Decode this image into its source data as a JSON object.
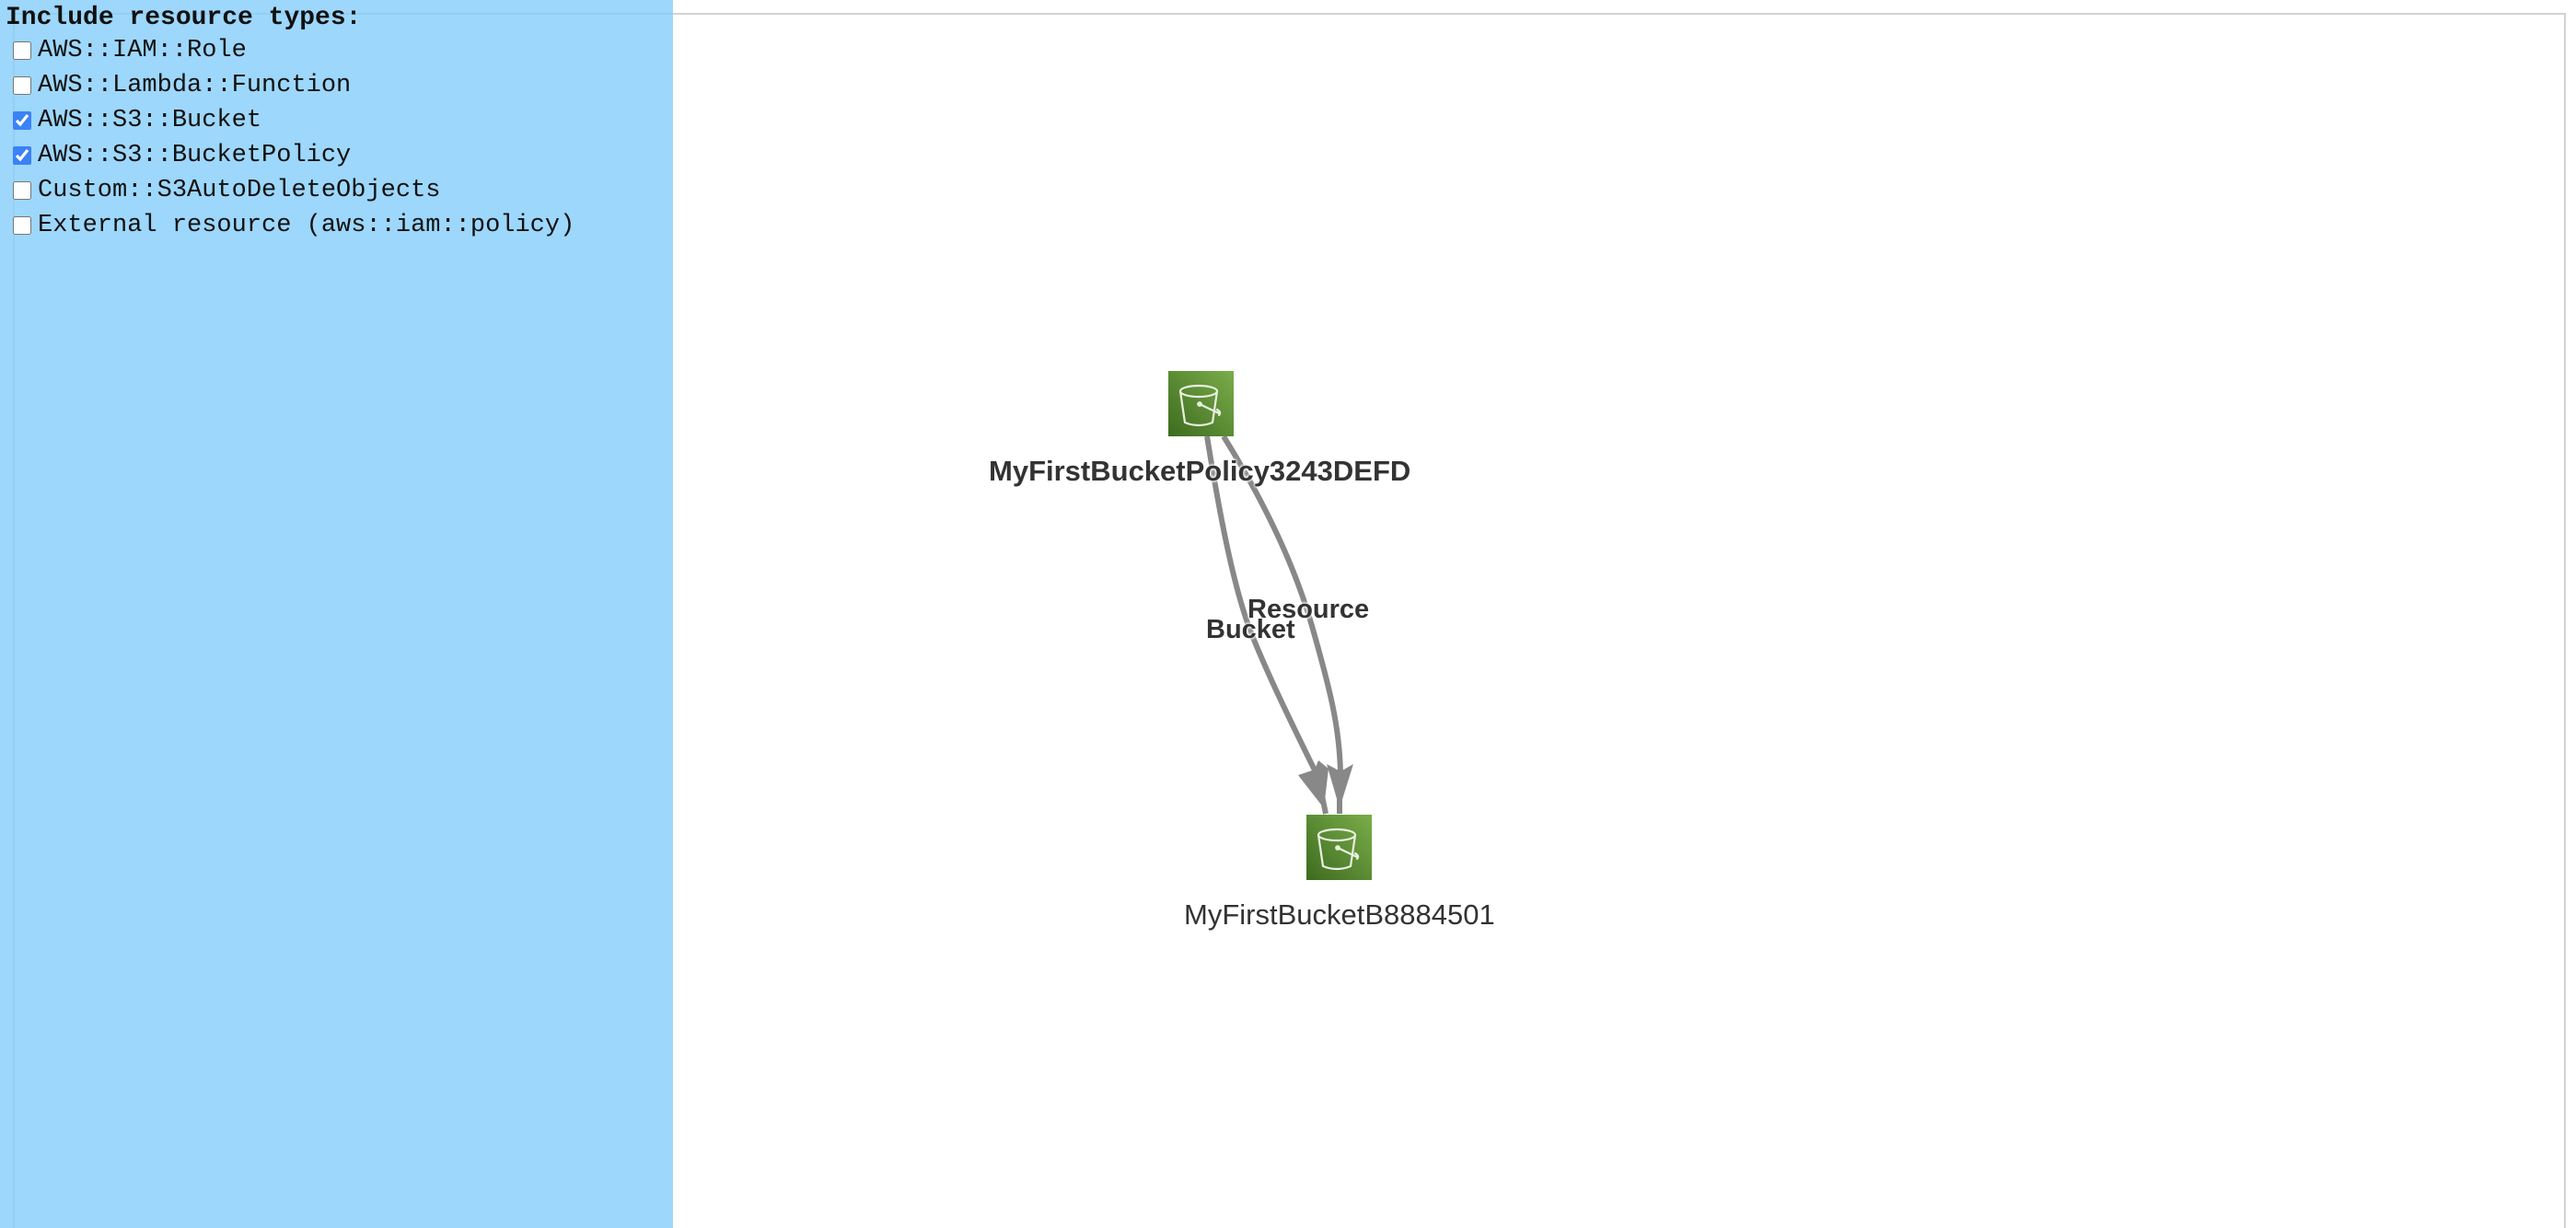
{
  "sidebar": {
    "title": "Include resource types:",
    "background": "#9dd4f8",
    "types": [
      {
        "label": "AWS::IAM::Role",
        "checked": false
      },
      {
        "label": "AWS::Lambda::Function",
        "checked": false
      },
      {
        "label": "AWS::S3::Bucket",
        "checked": true
      },
      {
        "label": "AWS::S3::BucketPolicy",
        "checked": true
      },
      {
        "label": "Custom::S3AutoDeleteObjects",
        "checked": false
      },
      {
        "label": "External resource (aws::iam::policy)",
        "checked": false
      }
    ]
  },
  "graph": {
    "nodes": [
      {
        "id": "MyFirstBucketPolicy3243DEFD",
        "label": "MyFirstBucketPolicy3243DEFD",
        "type": "AWS::S3::BucketPolicy",
        "icon": "s3-bucket-icon",
        "selected": true
      },
      {
        "id": "MyFirstBucketB8884501",
        "label": "MyFirstBucketB8884501",
        "type": "AWS::S3::Bucket",
        "icon": "s3-bucket-icon",
        "selected": false
      }
    ],
    "edges": [
      {
        "from": "MyFirstBucketPolicy3243DEFD",
        "to": "MyFirstBucketB8884501",
        "label": "Bucket"
      },
      {
        "from": "MyFirstBucketPolicy3243DEFD",
        "to": "MyFirstBucketB8884501",
        "label": "Resource"
      }
    ],
    "colors": {
      "edge": "#888888",
      "icon_dark": "#3d6b1f",
      "icon_light": "#7aad4a",
      "label": "#333333",
      "border": "#d3d3d3"
    }
  }
}
